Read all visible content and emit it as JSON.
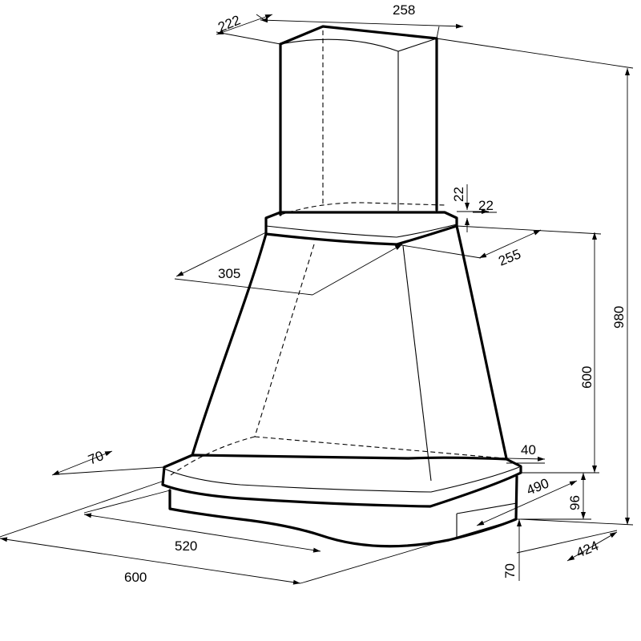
{
  "dimensions": {
    "chimney_depth": "222",
    "chimney_width": "258",
    "total_height": "980",
    "collar_offset_top": "22",
    "collar_offset_side": "22",
    "collar_depth": "255",
    "collar_width": "305",
    "body_height": "600",
    "front_overhang": "70",
    "side_offset": "40",
    "base_depth_inner": "490",
    "base_height": "96",
    "base_width_inner": "520",
    "base_depth_outer": "424",
    "base_width_outer": "600",
    "front_drop": "70"
  }
}
